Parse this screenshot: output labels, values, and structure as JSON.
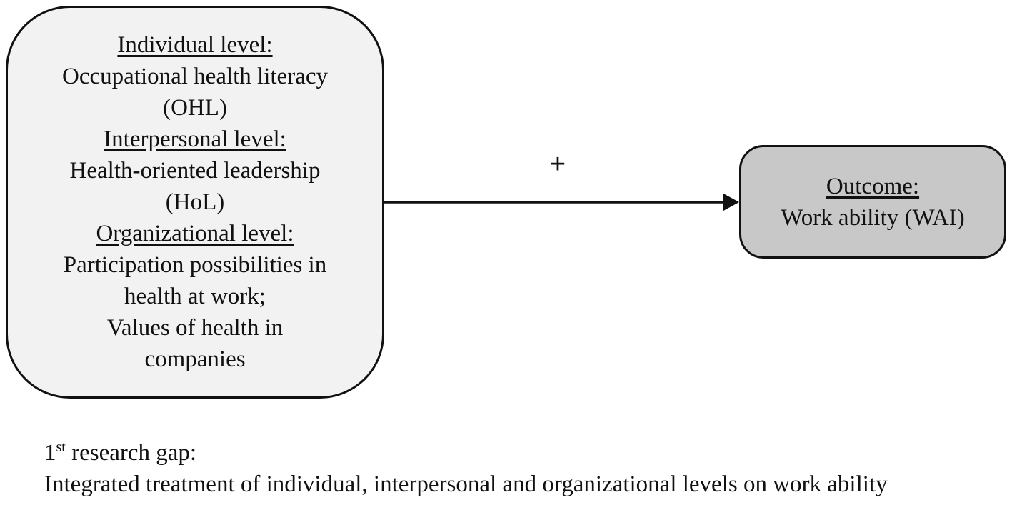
{
  "left_box": {
    "blocks": [
      {
        "header": "Individual level:",
        "lines": [
          "Occupational health literacy",
          "(OHL)"
        ]
      },
      {
        "header": "Interpersonal level:",
        "lines": [
          "Health-oriented leadership",
          "(HoL)"
        ]
      },
      {
        "header": "Organizational level:",
        "lines": [
          "Participation possibilities in",
          "health at work;",
          "Values of health in",
          "companies"
        ]
      }
    ],
    "fill": "#f2f2f2"
  },
  "arrow": {
    "label": "+"
  },
  "right_box": {
    "header": "Outcome:",
    "text": "Work ability (WAI)",
    "fill": "#c8c8c8"
  },
  "research_gap": {
    "ordinal_number": "1",
    "ordinal_suffix": "st",
    "title_rest": " research gap:",
    "description": "Integrated treatment of individual, interpersonal and organizational levels on work ability"
  }
}
